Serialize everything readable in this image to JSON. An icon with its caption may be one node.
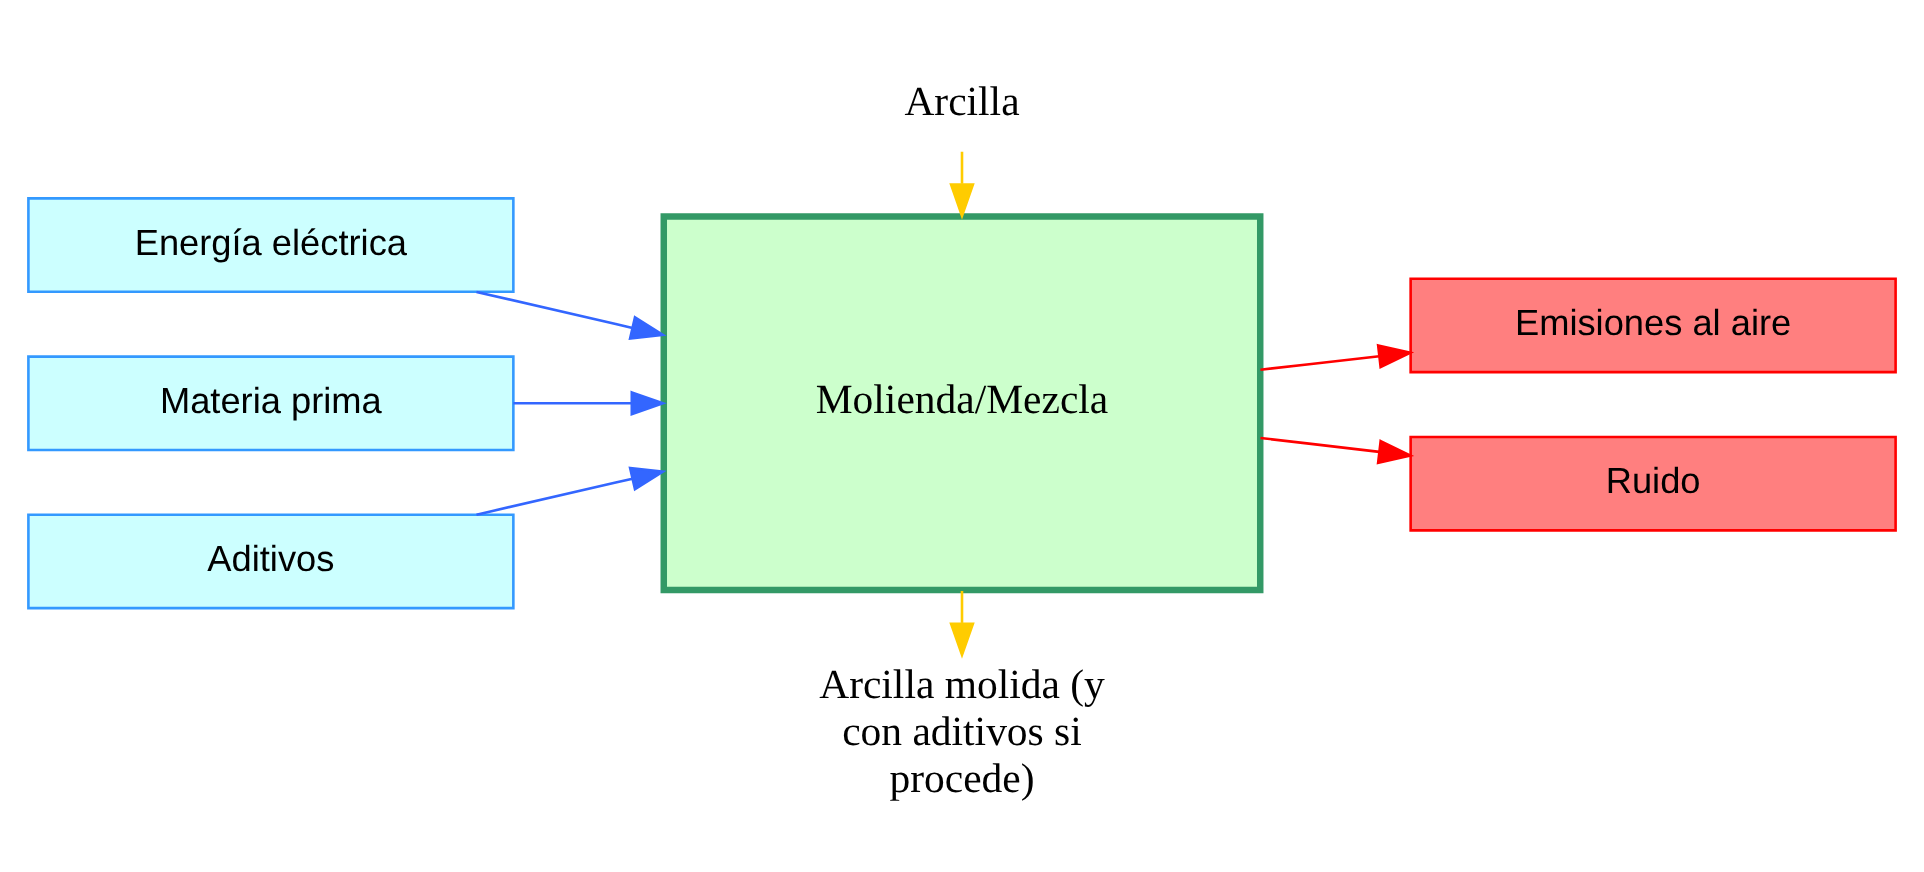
{
  "diagram": {
    "nodes": [
      {
        "text": [
          "Arcilla"
        ]
      },
      {
        "text": [
          "Energía eléctrica"
        ]
      },
      {
        "text": [
          "Materia prima"
        ]
      },
      {
        "text": [
          "Aditivos"
        ]
      },
      {
        "text": [
          "Molienda/Mezcla"
        ]
      },
      {
        "text": [
          "Emisiones al aire"
        ]
      },
      {
        "text": [
          "Ruido"
        ]
      },
      {
        "text": [
          "Arcilla molida (y con aditivos si procede)"
        ]
      }
    ],
    "edges": [
      {
        "from": 0,
        "to": 4,
        "arrow": "to",
        "color": "#ffcc00"
      },
      {
        "from": 1,
        "to": 4,
        "arrow": "to",
        "color": "#3366ff"
      },
      {
        "from": 2,
        "to": 4,
        "arrow": "to",
        "color": "#3366ff"
      },
      {
        "from": 3,
        "to": 4,
        "arrow": "to",
        "color": "#3366ff"
      },
      {
        "from": 4,
        "to": 5,
        "arrow": "to",
        "color": "#ff0000"
      },
      {
        "from": 4,
        "to": 6,
        "arrow": "to",
        "color": "#ff0000"
      },
      {
        "from": 4,
        "to": 7,
        "arrow": "to",
        "color": "#ffcc00"
      }
    ]
  }
}
